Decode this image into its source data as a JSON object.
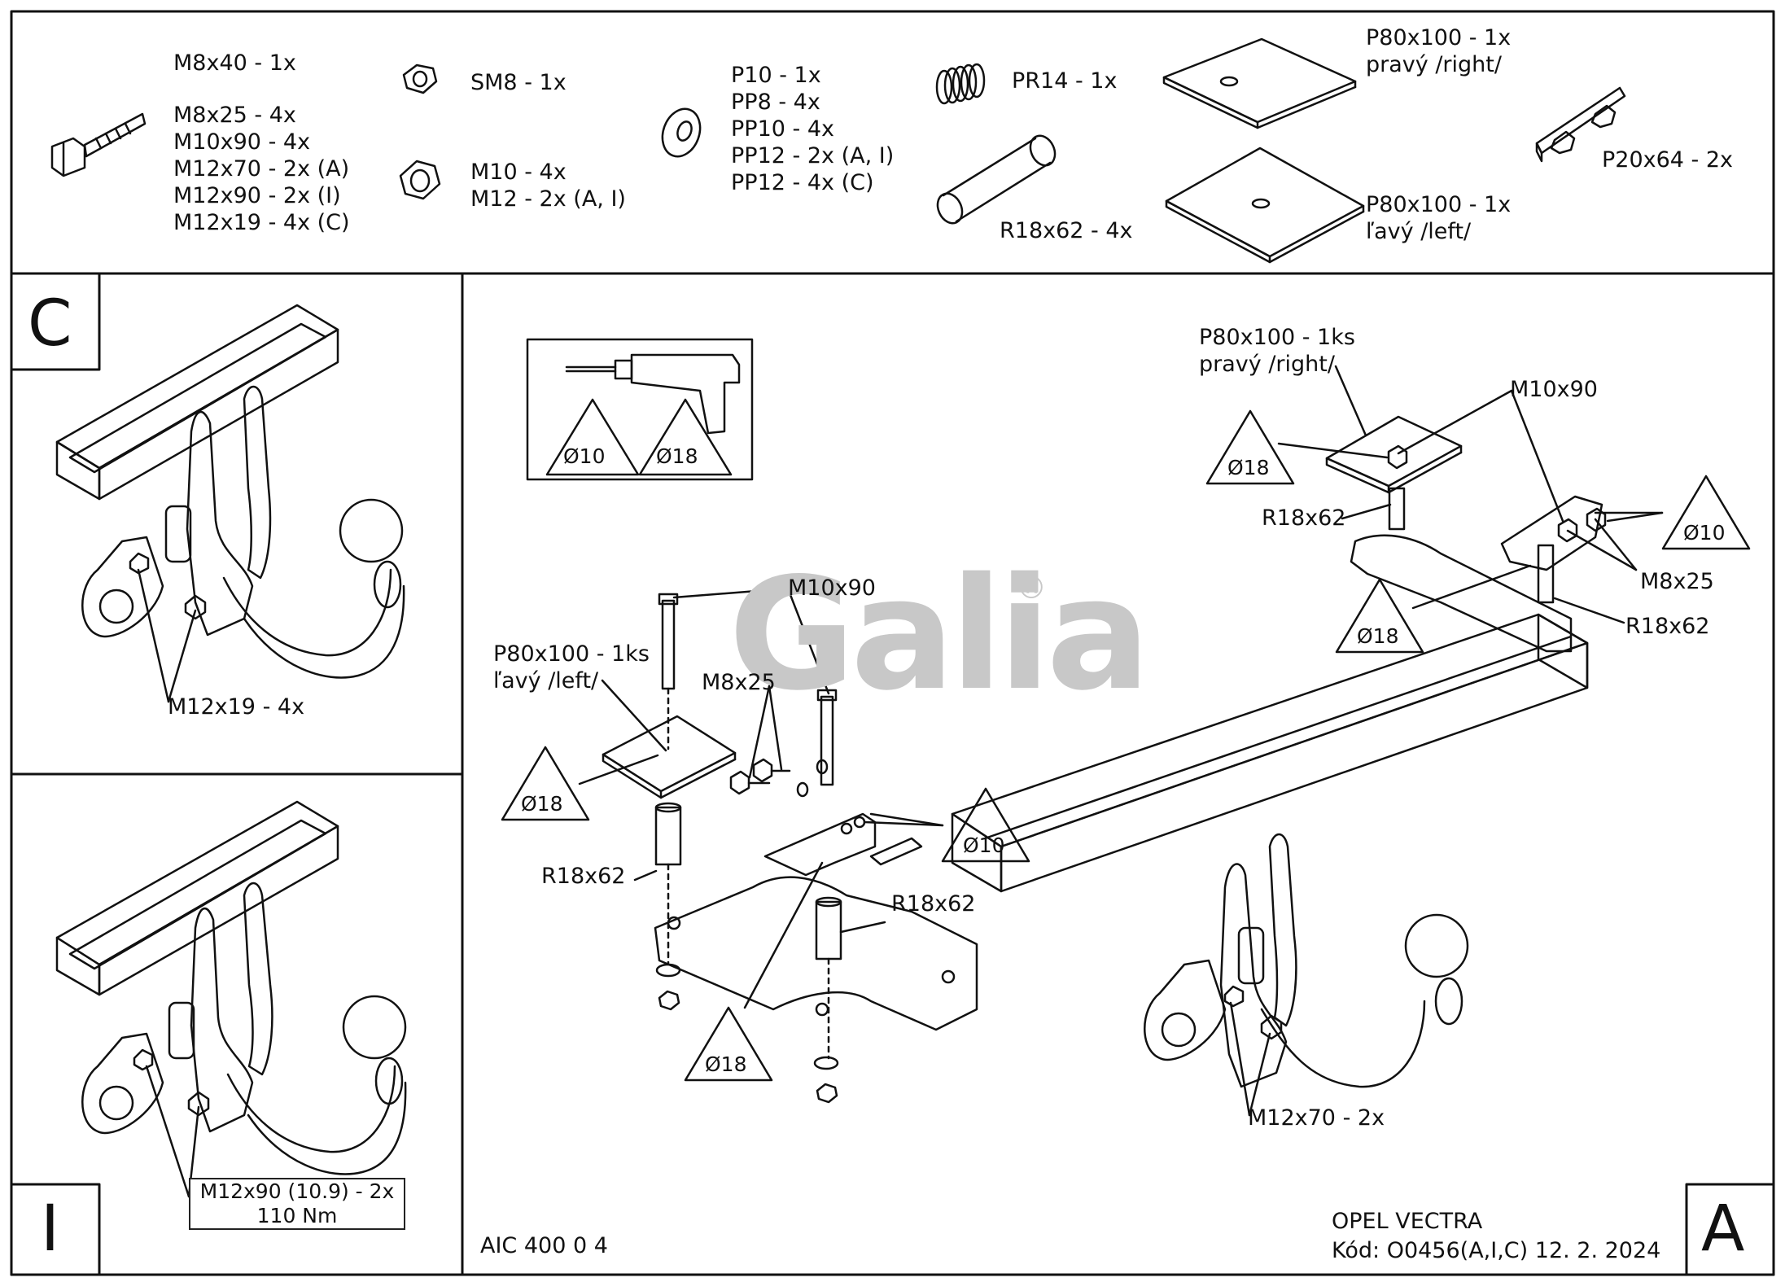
{
  "parts_list": {
    "bolts": [
      "M8x40 - 1x",
      "M8x25 - 4x",
      "M10x90 - 4x",
      "M12x70 - 2x (A)",
      "M12x90 - 2x (I)",
      "M12x19 - 4x (C)"
    ],
    "nut_sm": "SM8 - 1x",
    "nuts": [
      "M10 - 4x",
      "M12 - 2x (A, I)"
    ],
    "washers": [
      "P10 - 1x",
      "PP8 - 4x",
      "PP10 - 4x",
      "PP12 - 2x (A, I)",
      "PP12 - 4x (C)"
    ],
    "spring": "PR14 - 1x",
    "spacer": "R18x62 - 4x",
    "plate_right": [
      "P80x100 - 1x",
      "pravý /right/"
    ],
    "plate_left": [
      "P80x100 - 1x",
      "ľavý /left/"
    ],
    "bracket": "P20x64 - 2x"
  },
  "panel_c": {
    "letter": "C",
    "callout": "M12x19 - 4x"
  },
  "panel_i": {
    "letter": "I",
    "callout": [
      "M12x90 (10.9) - 2x",
      "110 Nm"
    ]
  },
  "panel_a": {
    "letter": "A",
    "drill_box": {
      "d1": "Ø10",
      "d2": "Ø18"
    },
    "logo": "Galia",
    "logo_mark": "®",
    "left": {
      "plate": [
        "P80x100 - 1ks",
        "ľavý /left/"
      ],
      "bolt": "M10x90",
      "bolt_small": "M8x25",
      "spacer1": "R18x62",
      "spacer2": "R18x62",
      "tri_plate": "Ø18",
      "tri_bracket": "Ø10",
      "tri_bottom": "Ø18"
    },
    "right": {
      "plate": [
        "P80x100 - 1ks",
        "pravý /right/"
      ],
      "bolt": "M10x90",
      "bolt_small": "M8x25",
      "spacer1": "R18x62",
      "spacer2": "R18x62",
      "tri_plate": "Ø18",
      "tri_bracket": "Ø10",
      "tri_lower": "Ø18"
    },
    "ball_callout": "M12x70 - 2x",
    "code_left": "AIC 400 0 4",
    "vehicle": "OPEL VECTRA",
    "code": "Kód: O0456(A,I,C)  12. 2. 2024"
  }
}
